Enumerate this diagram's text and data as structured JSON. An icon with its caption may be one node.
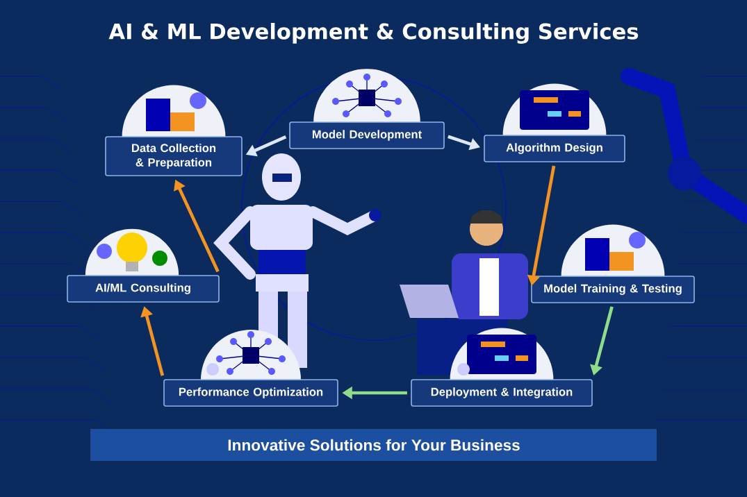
{
  "diagram": {
    "title": "AI & ML Development & Consulting Services",
    "caption": "Innovative Solutions for Your Business",
    "nodes": [
      {
        "text": [
          "Data Collection & Preparation"
        ]
      },
      {
        "text": [
          "Model Development"
        ]
      },
      {
        "text": [
          "Algorithm Design"
        ]
      },
      {
        "text": [
          "AI/ML Consulting"
        ]
      },
      {
        "text": [
          "Model Training & Testing"
        ]
      },
      {
        "text": [
          "Performance Optimization"
        ]
      },
      {
        "text": [
          "Deployment & Integration"
        ]
      }
    ],
    "edges": [
      {
        "from": 1,
        "to": 0,
        "arrow": "to",
        "color": "#dce8f6"
      },
      {
        "from": 1,
        "to": 2,
        "arrow": "to",
        "color": "#dce8f6"
      },
      {
        "from": 2,
        "to": 4,
        "arrow": "to"
      },
      {
        "from": 4,
        "to": 6,
        "arrow": "to",
        "color": "#8fdc8a"
      },
      {
        "from": 6,
        "to": 5,
        "arrow": "to",
        "color": "#8fdc8a"
      },
      {
        "from": 5,
        "to": 3,
        "arrow": "to"
      },
      {
        "from": 3,
        "to": 0,
        "arrow": "to"
      }
    ]
  }
}
